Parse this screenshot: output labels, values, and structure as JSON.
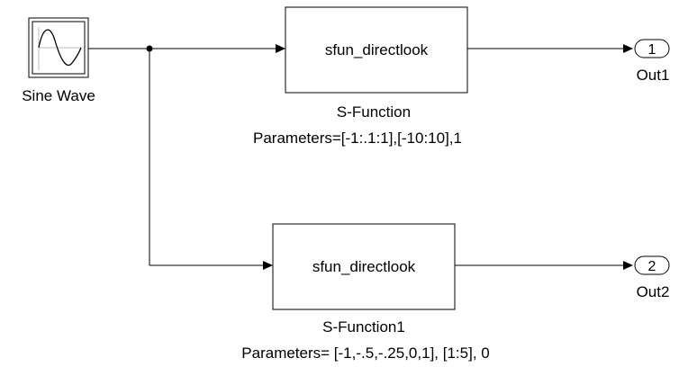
{
  "source_block": {
    "label": "Sine Wave",
    "icon": "sine-wave-icon"
  },
  "blocks": [
    {
      "function_name": "sfun_directlook",
      "block_name": "S-Function",
      "parameters": "Parameters=[-1:.1:1],[-10:10],1"
    },
    {
      "function_name": "sfun_directlook",
      "block_name": "S-Function1",
      "parameters": "Parameters= [-1,-.5,-.25,0,1], [1:5], 0"
    }
  ],
  "outports": [
    {
      "number": "1",
      "name": "Out1"
    },
    {
      "number": "2",
      "name": "Out2"
    }
  ]
}
